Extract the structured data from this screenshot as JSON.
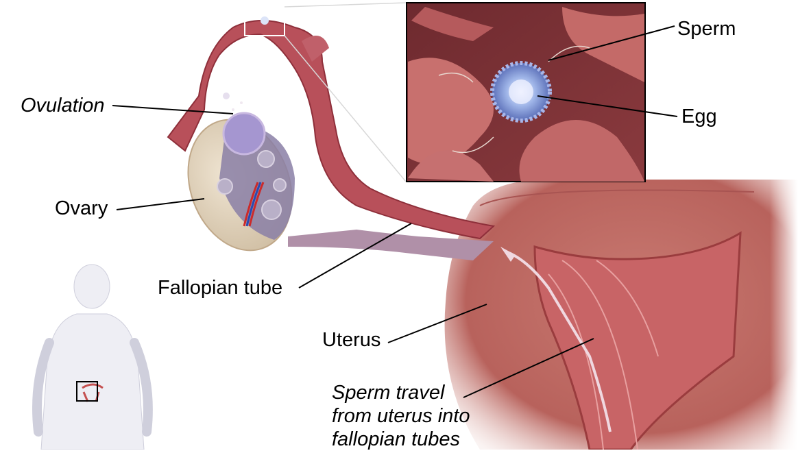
{
  "labels": {
    "ovulation": "Ovulation",
    "ovary": "Ovary",
    "fallopian_tube": "Fallopian tube",
    "uterus": "Uterus",
    "sperm": "Sperm",
    "egg": "Egg",
    "sperm_travel": [
      "Sperm travel",
      "from uterus into",
      "fallopian tubes"
    ]
  },
  "colors": {
    "tissue": "#b8505a",
    "tissue_dark": "#8e2f3a",
    "uterus": "#c26b66",
    "ovary": "#ded0bb",
    "ovary_inner": "#8a7fa6",
    "silhouette": "#eeeef4",
    "label": "#000000"
  }
}
